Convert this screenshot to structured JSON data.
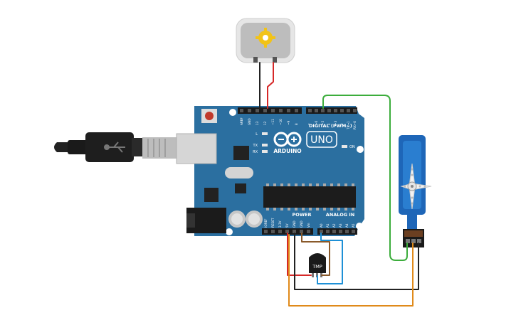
{
  "board": {
    "brand": "ARDUINO",
    "model": "UNO",
    "digital_label": "DIGITAL (PWM~)",
    "power_label": "POWER",
    "analog_label": "ANALOG IN",
    "on_label": "ON",
    "led_l": "L",
    "led_tx": "TX",
    "led_rx": "RX",
    "header_left_pins": [
      "AREF",
      "GND",
      "13",
      "12",
      "~11",
      "~10",
      "~9",
      "8"
    ],
    "header_right_pins": [
      "7",
      "~6",
      "~5",
      "4",
      "~3",
      "2",
      "TX→1",
      "RX←0"
    ],
    "power_pins": [
      "IOREF",
      "RESET",
      "3.3V",
      "5V",
      "GND",
      "GND",
      "Vin"
    ],
    "analog_pins": [
      "A0",
      "A1",
      "A2",
      "A3",
      "A4",
      "A5"
    ]
  },
  "sensor": {
    "label": "TMP"
  },
  "colors": {
    "board": "#2b6fa0",
    "wire_red": "#d62828",
    "wire_black": "#222222",
    "wire_green": "#3cad3c",
    "wire_orange": "#e08a1a",
    "wire_brown": "#8a5a2b",
    "wire_blue": "#1e90d6",
    "servo": "#1e66b8",
    "motor_gear": "#f2c318"
  }
}
